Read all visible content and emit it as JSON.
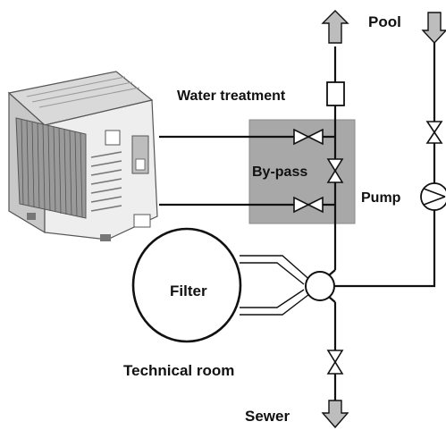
{
  "labels": {
    "pool": "Pool",
    "water_treatment": "Water treatment",
    "bypass": "By-pass",
    "pump": "Pump",
    "filter": "Filter",
    "technical_room": "Technical room",
    "sewer": "Sewer"
  },
  "icons": {
    "arrow_up": "arrow-up-icon",
    "arrow_down": "arrow-down-icon",
    "valve": "valve-icon",
    "pump": "pump-icon",
    "heat_pump": "heat-pump-unit-icon"
  },
  "colors": {
    "line": "#111111",
    "bypass_box": "#a8a8a8",
    "arrow_fill": "#bdbdbd",
    "unit_body": "#e6e6e6"
  }
}
